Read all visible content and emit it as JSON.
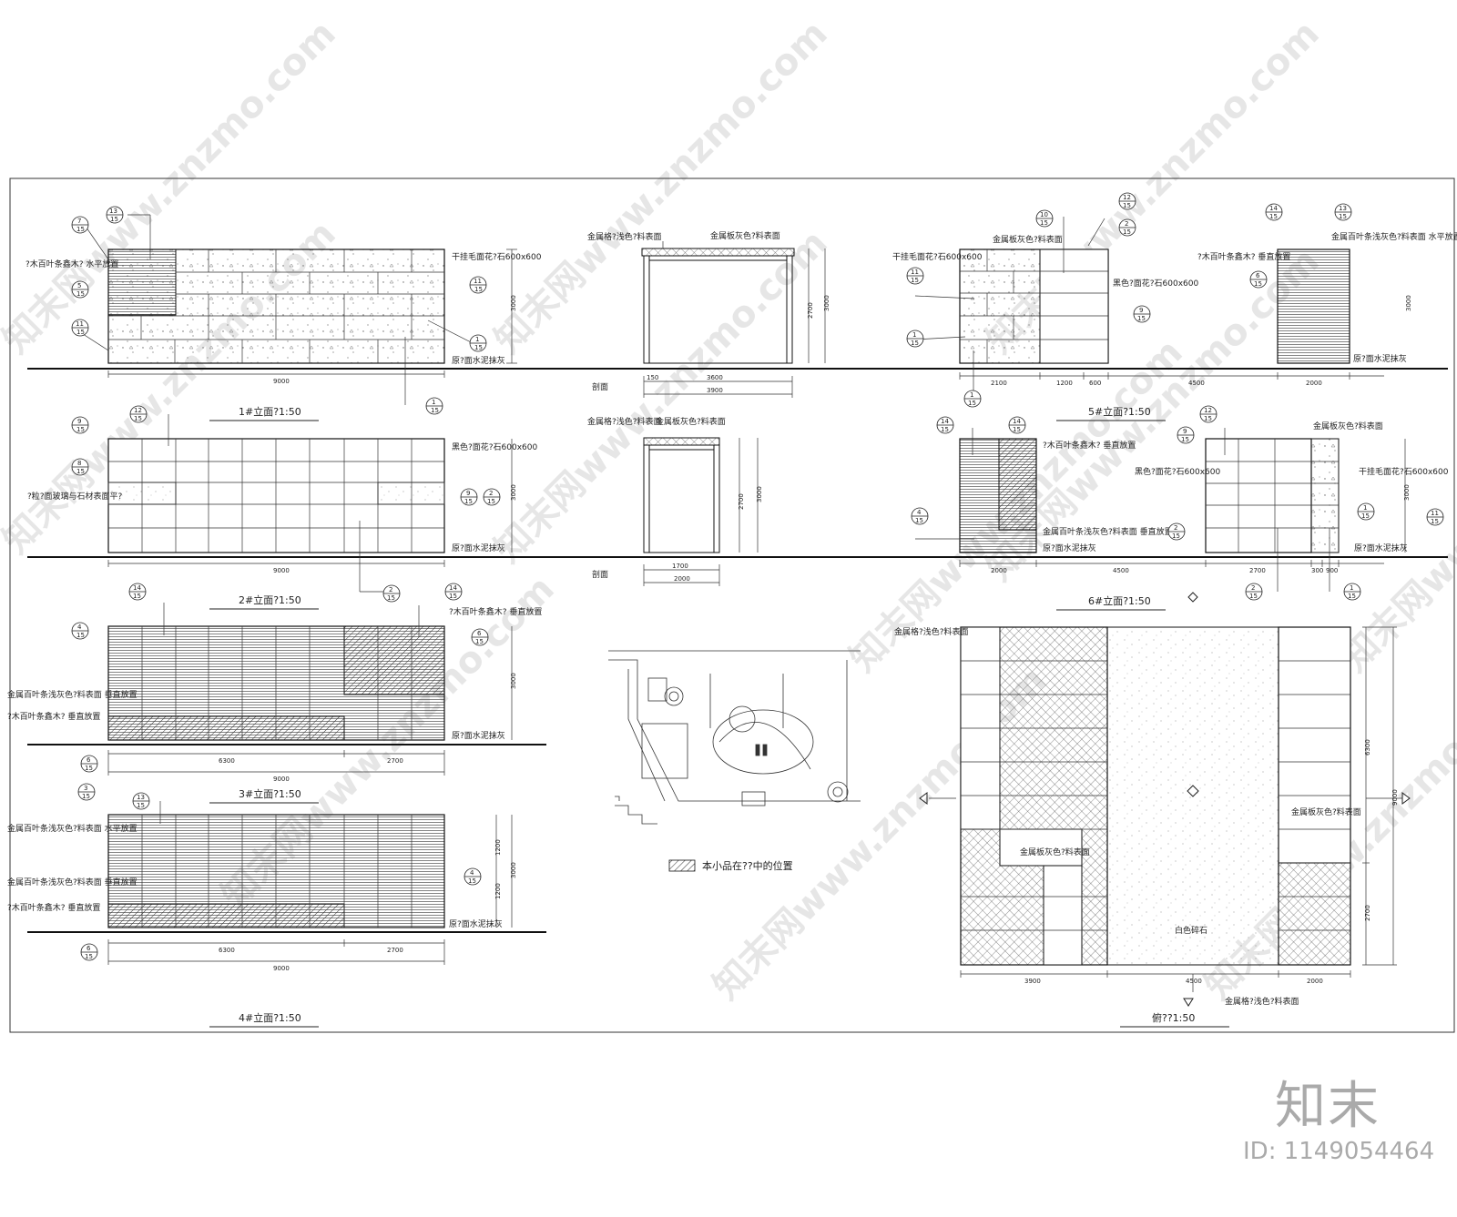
{
  "brand": "知末",
  "id_label": "ID: 1149054464",
  "watermark": "知末网www.znzmo.com",
  "titles": {
    "e1": "1#立面?1:50",
    "e2": "2#立面?1:50",
    "e3": "3#立面?1:50",
    "e4": "4#立面?1:50",
    "e5": "5#立面?1:50",
    "e6": "6#立面?1:50",
    "plan": "俯??1:50",
    "section1": "剖面",
    "section2": "剖面"
  },
  "notes": {
    "wood_h": "?木百叶条鑫木? 水平放置",
    "stone_1": "干挂毛面花?石600x600",
    "plaster": "原?面水泥抹灰",
    "metal_grid": "金属格?浅色?料表面",
    "metal_panel": "金属板灰色?料表面",
    "black_stone": "黑色?面花?石600x600",
    "glass": "?粒?面玻璃与石材表面平?",
    "wood_v": "?木百叶条鑫木? 垂直放置",
    "metal_louver_v": "金属百叶条浅灰色?料表面 垂直放置",
    "metal_louver_h": "金属百叶条浅灰色?料表面 水平放置",
    "white_gravel": "白色碎石",
    "legend": "本小品在??中的位置"
  },
  "dims": {
    "d9000": "9000",
    "d3000": "3000",
    "d2700": "2700",
    "d300": "300",
    "d150": "150",
    "d3600": "3600",
    "d3900": "3900",
    "d1700": "1700",
    "d2000": "2000",
    "d2100": "2100",
    "d1200": "1200",
    "d600": "600",
    "d4500": "4500",
    "d6300": "6300",
    "d900": "900"
  },
  "markers": {
    "n1": "1",
    "n2": "2",
    "n3": "3",
    "n4": "4",
    "n5": "5",
    "n6": "6",
    "n7": "7",
    "n8": "8",
    "n9": "9",
    "n10": "10",
    "n11": "11",
    "n12": "12",
    "n13": "13",
    "n14": "14",
    "den": "15"
  }
}
